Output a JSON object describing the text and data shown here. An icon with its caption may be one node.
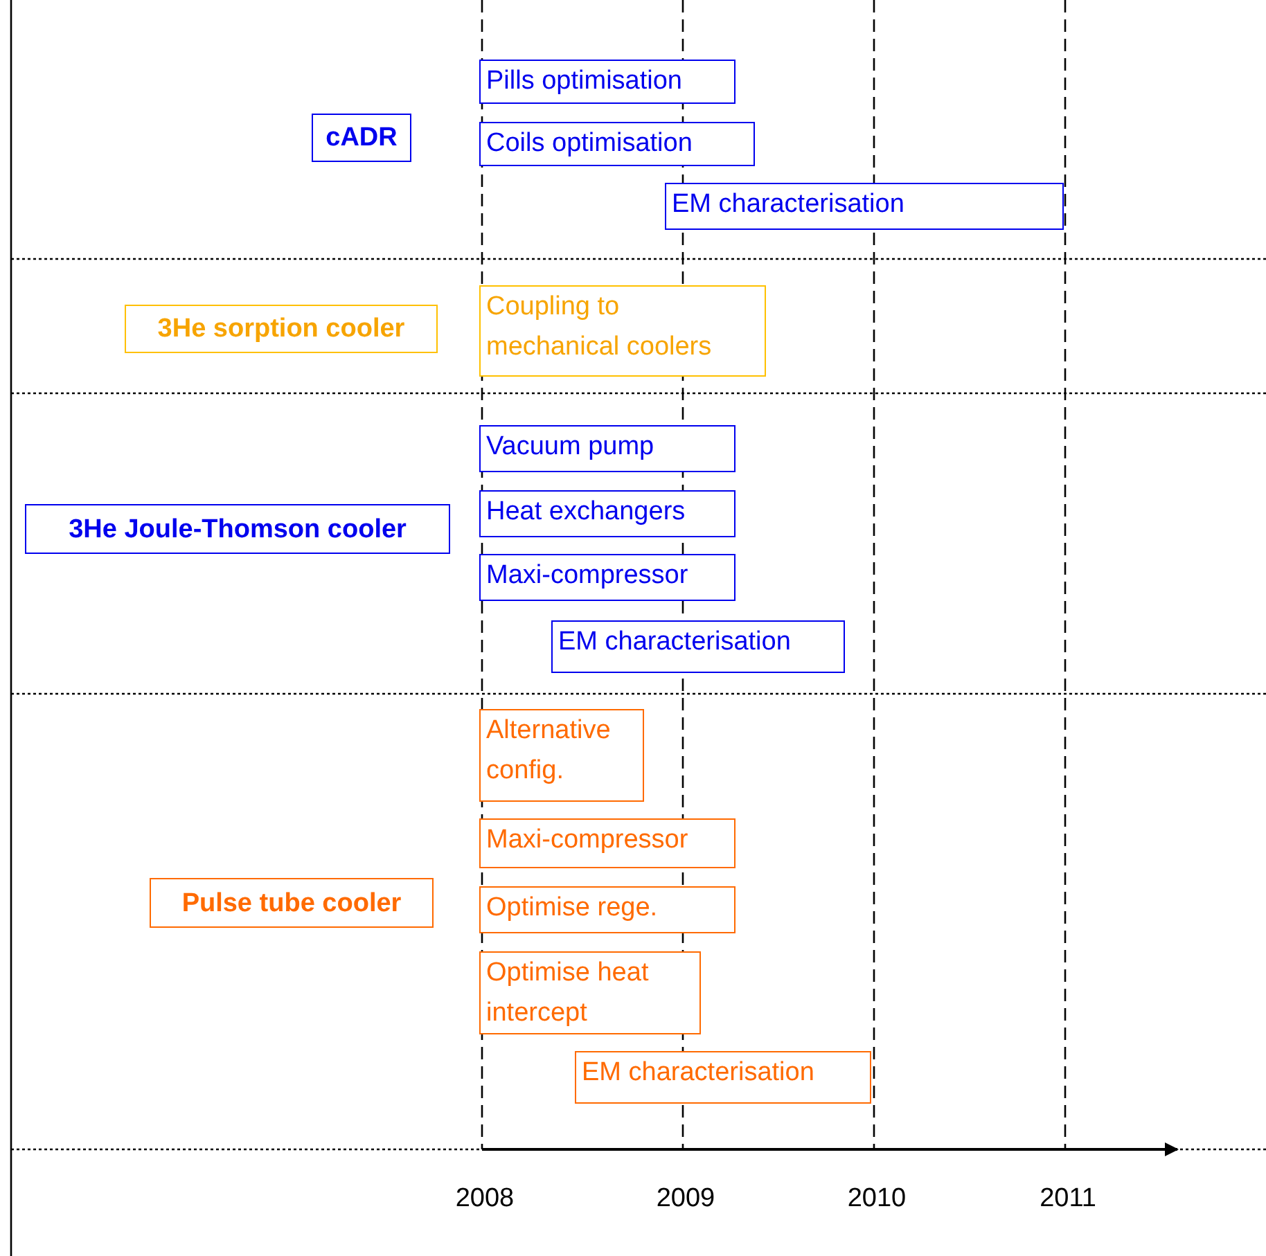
{
  "diagram": {
    "nodes": [
      {
        "text": [
          "cADR"
        ]
      },
      {
        "text": [
          "Pills optimisation"
        ]
      },
      {
        "text": [
          "Coils optimisation"
        ]
      },
      {
        "text": [
          "EM characterisation"
        ]
      },
      {
        "text": [
          "3He sorption cooler"
        ]
      },
      {
        "text": [
          "Coupling to mechanical coolers"
        ]
      },
      {
        "text": [
          "3He Joule-Thomson cooler"
        ]
      },
      {
        "text": [
          "Vacuum pump"
        ]
      },
      {
        "text": [
          "Heat exchangers"
        ]
      },
      {
        "text": [
          "Maxi-compressor"
        ]
      },
      {
        "text": [
          "EM characterisation"
        ]
      },
      {
        "text": [
          "Pulse tube cooler"
        ]
      },
      {
        "text": [
          "Alternative config."
        ]
      },
      {
        "text": [
          "Maxi-compressor"
        ]
      },
      {
        "text": [
          "Optimise rege."
        ]
      },
      {
        "text": [
          "Optimise heat intercept"
        ]
      },
      {
        "text": [
          "EM characterisation"
        ]
      }
    ],
    "edges": [],
    "labels": [
      "2008",
      "2009",
      "2010",
      "2011"
    ]
  }
}
